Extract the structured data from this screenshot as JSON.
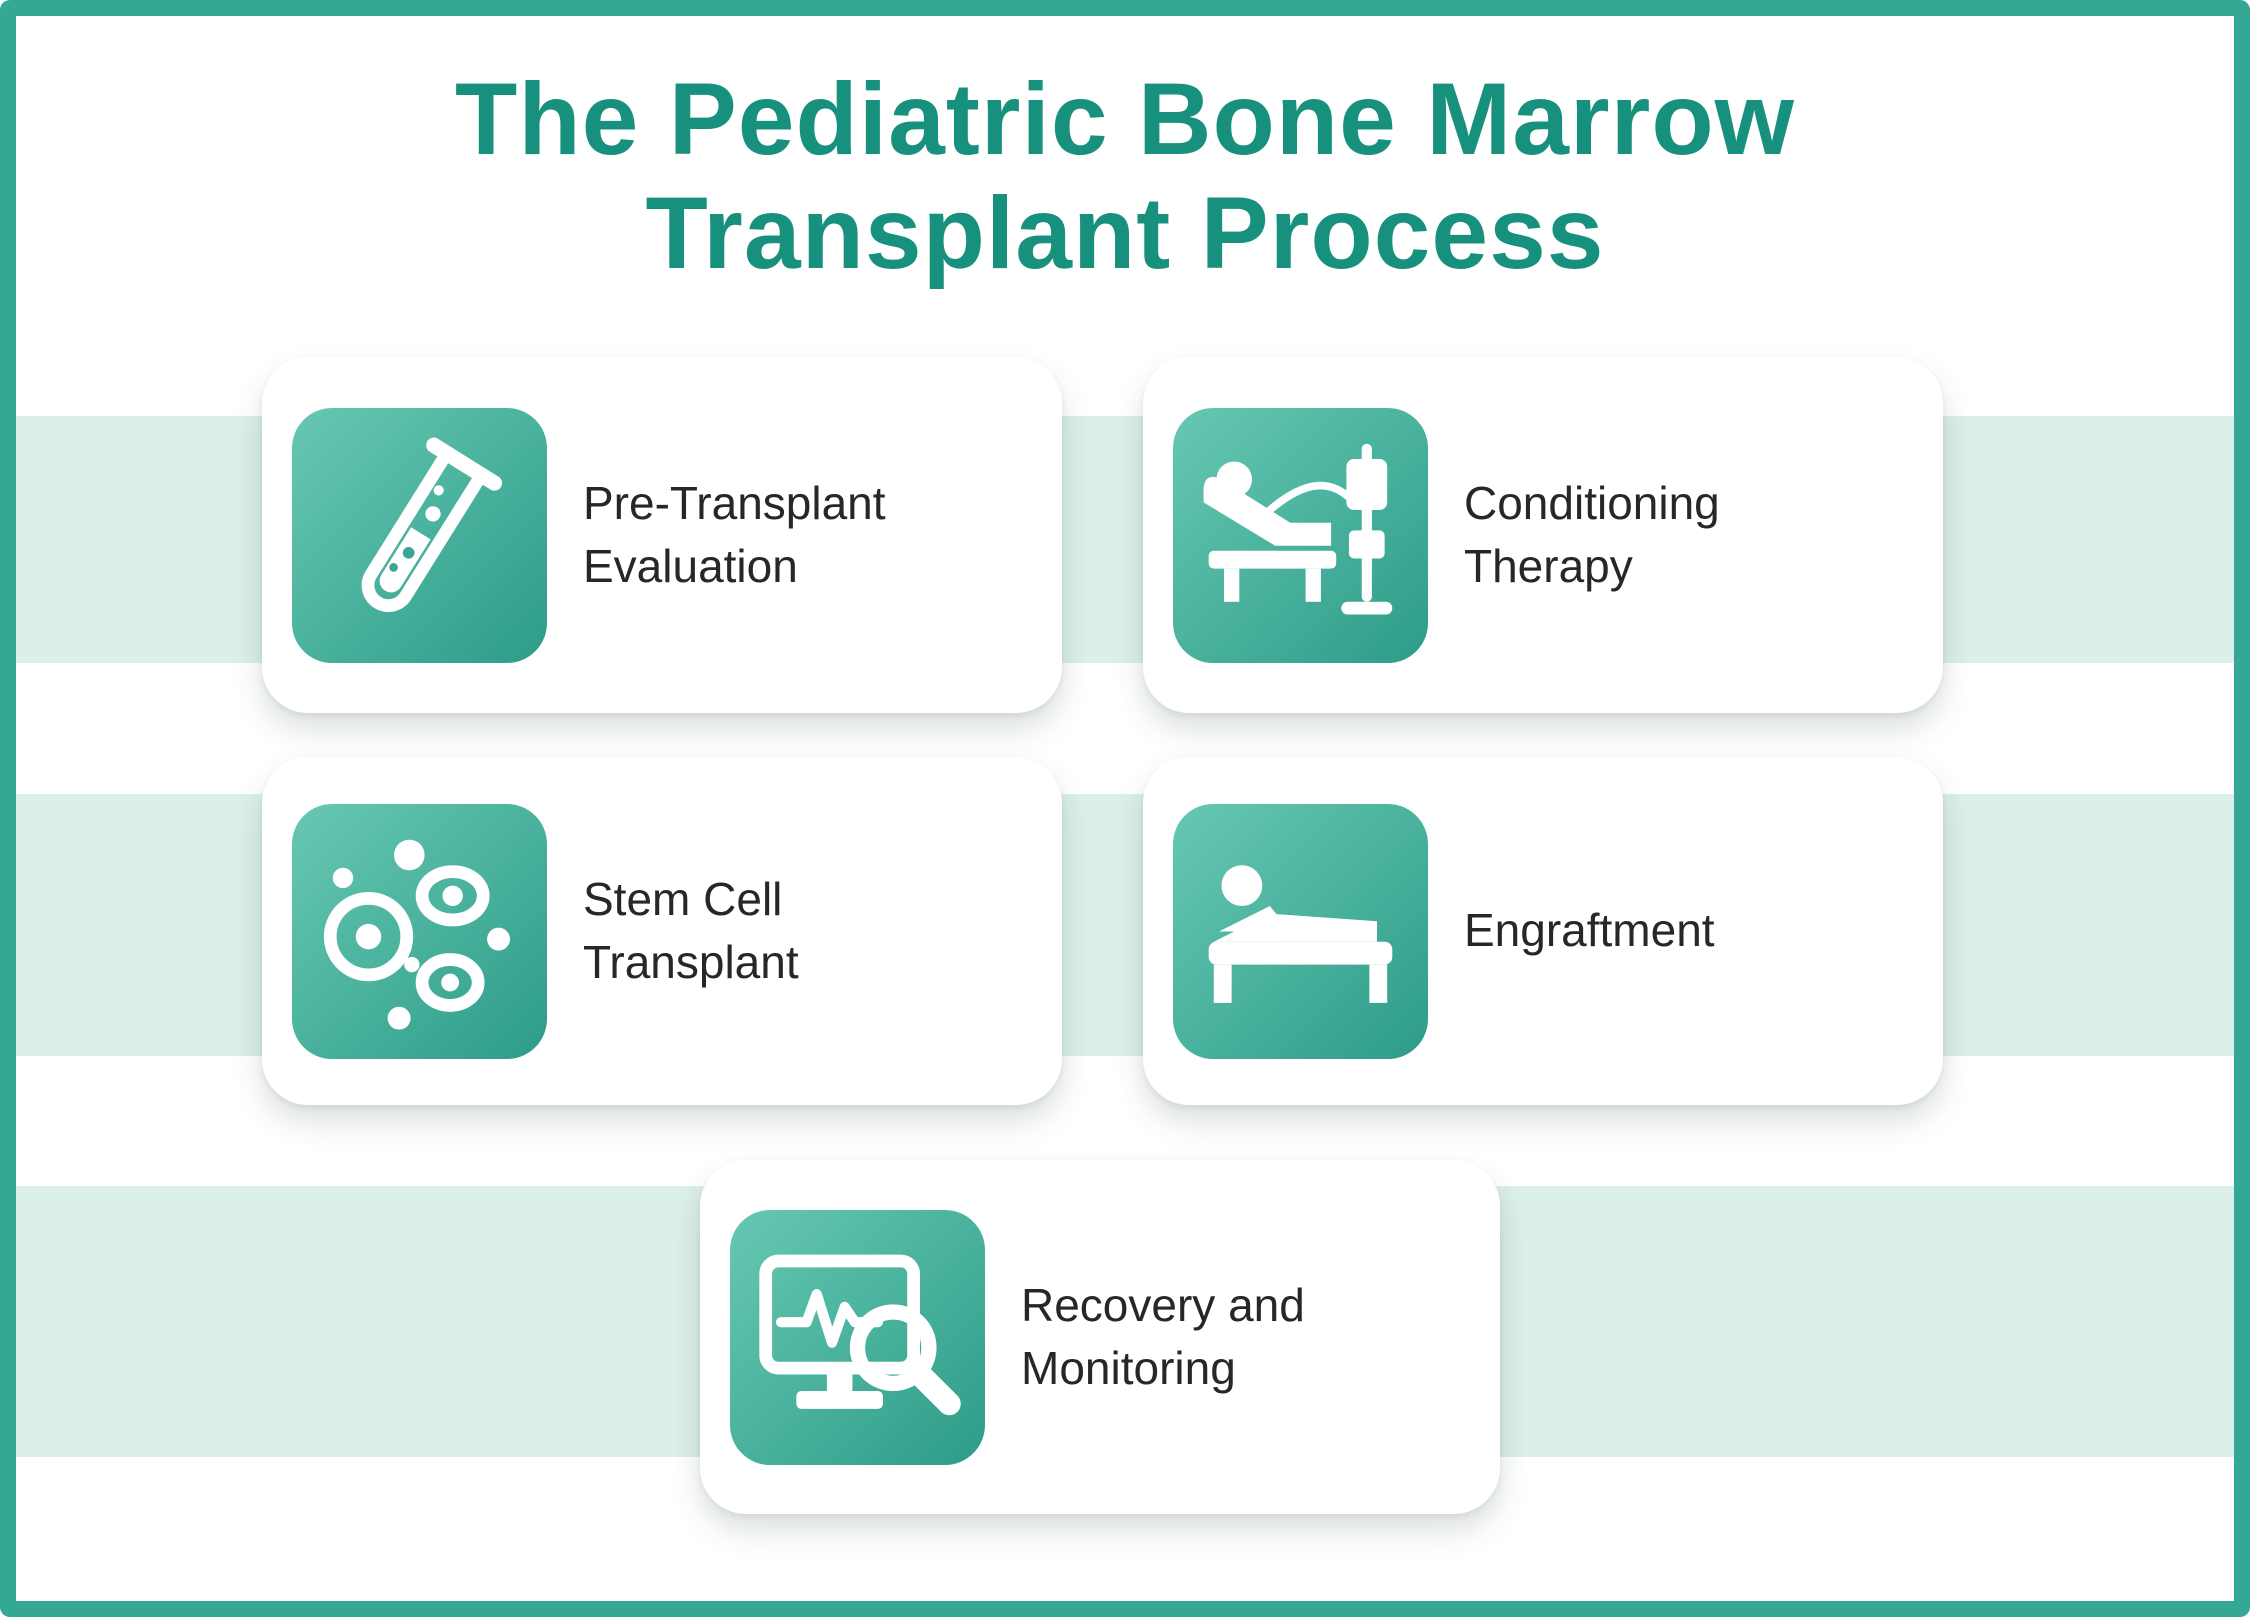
{
  "title": "The Pediatric Bone Marrow Transplant Process",
  "title_lines": [
    "The Pediatric Bone Marrow",
    "Transplant Process"
  ],
  "colors": {
    "accent": "#34a795",
    "stripe": "#dcefea",
    "title": "#17917e",
    "text": "#272727",
    "tile_gradient_start": "#67c8b2",
    "tile_gradient_end": "#2d9c89"
  },
  "cards": [
    {
      "label": "Pre-Transplant\nEvaluation",
      "icon": "test-tube-icon"
    },
    {
      "label": "Conditioning\nTherapy",
      "icon": "infusion-chair-icon"
    },
    {
      "label": "Stem Cell\nTransplant",
      "icon": "stem-cells-icon"
    },
    {
      "label": "Engraftment",
      "icon": "hospital-bed-icon"
    },
    {
      "label": "Recovery and\nMonitoring",
      "icon": "monitor-magnifier-icon"
    }
  ]
}
